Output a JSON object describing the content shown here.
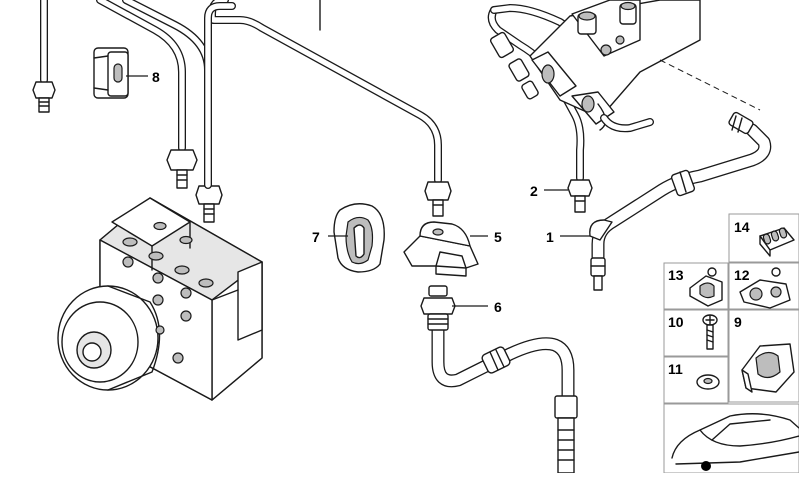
{
  "callouts": [
    {
      "id": "1",
      "label": "1"
    },
    {
      "id": "2",
      "label": "2"
    },
    {
      "id": "5",
      "label": "5"
    },
    {
      "id": "6",
      "label": "6"
    },
    {
      "id": "7",
      "label": "7"
    },
    {
      "id": "8",
      "label": "8"
    }
  ],
  "legend": [
    {
      "id": "14",
      "label": "14"
    },
    {
      "id": "13",
      "label": "13"
    },
    {
      "id": "12",
      "label": "12"
    },
    {
      "id": "10",
      "label": "10"
    },
    {
      "id": "9",
      "label": "9"
    },
    {
      "id": "11",
      "label": "11"
    }
  ]
}
